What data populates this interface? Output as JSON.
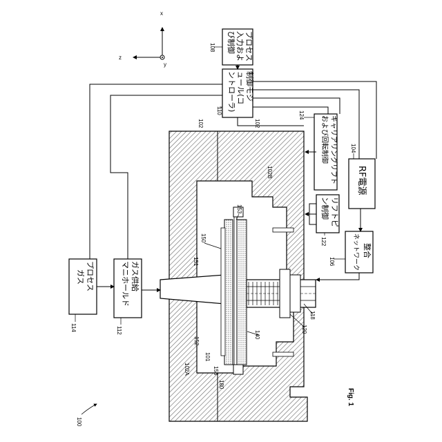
{
  "figure": {
    "title": "Fig. 1",
    "reference_number": "100"
  },
  "axes": {
    "x": "x",
    "y": "y",
    "z": "z"
  },
  "blocks": {
    "process_gas": {
      "label_line1": "プロセス",
      "label_line2": "ガス",
      "ref": "114"
    },
    "gas_manifold": {
      "label_line1": "ガス供給",
      "label_line2": "マニホールド",
      "ref": "112"
    },
    "controller": {
      "label_line1": "制御モジ",
      "label_line2": "ュール(コ",
      "label_line3": "ントローラ)",
      "ref": "110"
    },
    "process_input": {
      "label_line1": "プロセス",
      "label_line2": "入力およ",
      "label_line3": "び制御",
      "ref": "108"
    },
    "carrier_ring": {
      "label_line1": "キャリアリングリフト",
      "label_line2": "および回転制御",
      "ref": "124"
    },
    "rf_power": {
      "label": "RF電源",
      "ref": "104"
    },
    "lift_pin": {
      "label_line1": "リフトピ",
      "label_line2": "ン制御",
      "ref": "122"
    },
    "matching_network": {
      "label_line1": "整合",
      "label_line2": "ネットワーク",
      "ref": "106"
    }
  },
  "chamber_labels": {
    "wall_a": "102A",
    "wall_b": "102B",
    "chamber_1": "102",
    "chamber_2": "102"
  },
  "callouts": [
    "150",
    "151",
    "153",
    "153",
    "152",
    "101",
    "140",
    "180",
    "120",
    "118"
  ]
}
